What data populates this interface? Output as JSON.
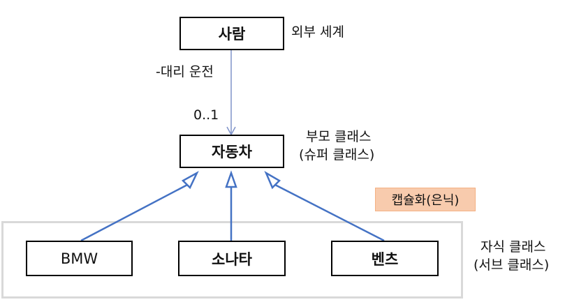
{
  "person": {
    "label": "사람",
    "note": "외부 세계"
  },
  "association": {
    "role": "-대리 운전",
    "multiplicity": "0..1"
  },
  "parent": {
    "label": "자동차",
    "note_line1": "부모 클래스",
    "note_line2": "(슈퍼 클래스)"
  },
  "encapsulation": {
    "label": "캡슐화(은닉)"
  },
  "children": [
    {
      "label": "BMW"
    },
    {
      "label": "소나타"
    },
    {
      "label": "벤츠"
    }
  ],
  "children_note": {
    "line1": "자식 클래스",
    "line2": "(서브 클래스)"
  },
  "colors": {
    "association_line": "#7f93c9",
    "inheritance_line": "#4472c4",
    "frame": "#d9d9d9",
    "badge": "#f8cbad"
  }
}
